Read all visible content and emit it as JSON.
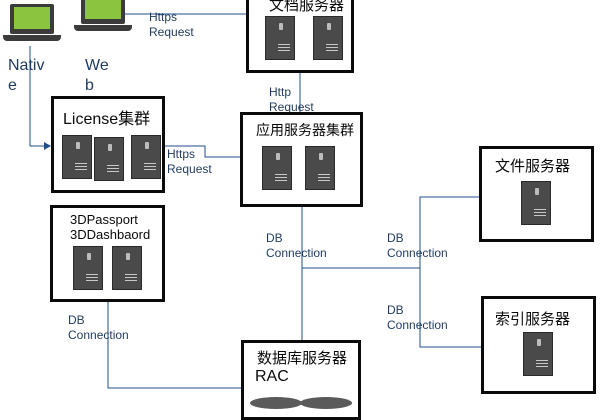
{
  "clients": {
    "native": {
      "line1": "Nativ",
      "line2": "e"
    },
    "web": {
      "line1": "We",
      "line2": "b"
    }
  },
  "boxes": {
    "web_server": {
      "title": "文档服务器"
    },
    "license": {
      "title": "License集群"
    },
    "app_server": {
      "title": "应用服务器集群"
    },
    "passport": {
      "line1": "3DPassport",
      "line2": "3DDashbaord"
    },
    "file_server": {
      "title": "文件服务器"
    },
    "index_server": {
      "title": "索引服务器"
    },
    "db_server": {
      "title": "数据库服务器",
      "subtitle": "RAC"
    }
  },
  "connections": {
    "https_web": {
      "line1": "Https",
      "line2": "Request"
    },
    "http_app": {
      "line1": "Http",
      "line2": "Request"
    },
    "https_license": {
      "line1": "Https",
      "line2": "Request"
    },
    "db_app": {
      "line1": "DB",
      "line2": "Connection"
    },
    "db_file": {
      "line1": "DB",
      "line2": "Connection"
    },
    "db_index": {
      "line1": "DB",
      "line2": "Connection"
    },
    "db_passport": {
      "line1": "DB",
      "line2": "Connection"
    }
  },
  "colors": {
    "connector": "#1f4e8c",
    "box_border": "#0a0a0a",
    "server_body": "#4a4a4a",
    "screen": "#8bc53f",
    "text": "#1f3a5f"
  },
  "icons": [
    "laptop-icon",
    "server-icon",
    "database-icon"
  ]
}
